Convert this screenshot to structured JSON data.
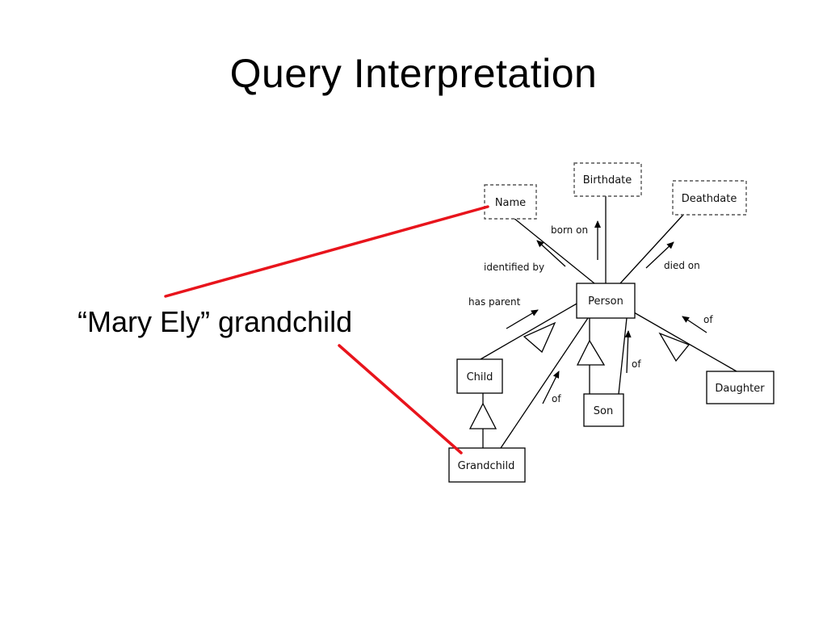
{
  "slide": {
    "title": "Query Interpretation",
    "query_text": "“Mary Ely” grandchild"
  },
  "diagram": {
    "nodes": {
      "name": "Name",
      "birthdate": "Birthdate",
      "deathdate": "Deathdate",
      "person": "Person",
      "child": "Child",
      "son": "Son",
      "daughter": "Daughter",
      "grandchild": "Grandchild"
    },
    "edge_labels": {
      "identified_by": "identified by",
      "born_on": "born on",
      "died_on": "died on",
      "has_parent": "has parent",
      "of_daughter": "of",
      "of_son": "of",
      "of_grandchild": "of"
    },
    "highlight_color": "#e8141c"
  }
}
